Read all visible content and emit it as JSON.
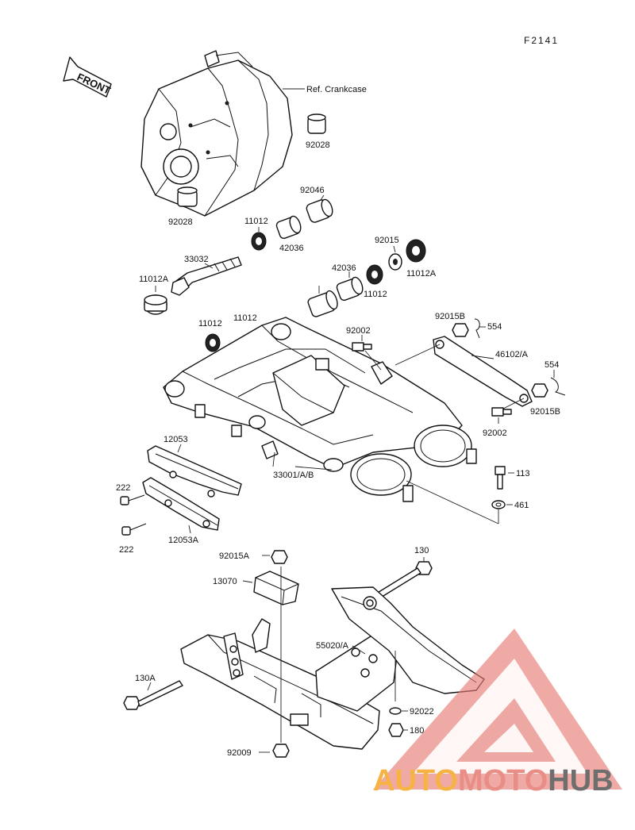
{
  "figure_id": "F2141",
  "front_label": "FRONT",
  "ref_label": "Ref. Crankcase",
  "parts": {
    "p92028_a": "92028",
    "p92028_b": "92028",
    "p92046": "92046",
    "p11012_a": "11012",
    "p42036_a": "42036",
    "p33032": "33032",
    "p11012A_a": "11012A",
    "p92015": "92015",
    "p11012A_b": "11012A",
    "p42036_b": "42036",
    "p11012_b": "11012",
    "p11012_c": "11012",
    "p11012_d": "11012",
    "p92002_a": "92002",
    "p92015B_a": "92015B",
    "p554_a": "554",
    "p46102A": "46102/A",
    "p554_b": "554",
    "p92015B_b": "92015B",
    "p92002_b": "92002",
    "p12053": "12053",
    "p33001AB": "33001/A/B",
    "p113": "113",
    "p461": "461",
    "p222_a": "222",
    "p222_b": "222",
    "p12053A": "12053A",
    "p92015A": "92015A",
    "p130": "130",
    "p13070": "13070",
    "p55020A": "55020/A",
    "p130A": "130A",
    "p92022": "92022",
    "p180": "180",
    "p92009": "92009"
  },
  "watermark": {
    "part1": "AUTO",
    "part2": "MOTO",
    "part3": "HUB",
    "color1": "#f5a623",
    "color2": "#e57b73",
    "color3": "#555555"
  }
}
